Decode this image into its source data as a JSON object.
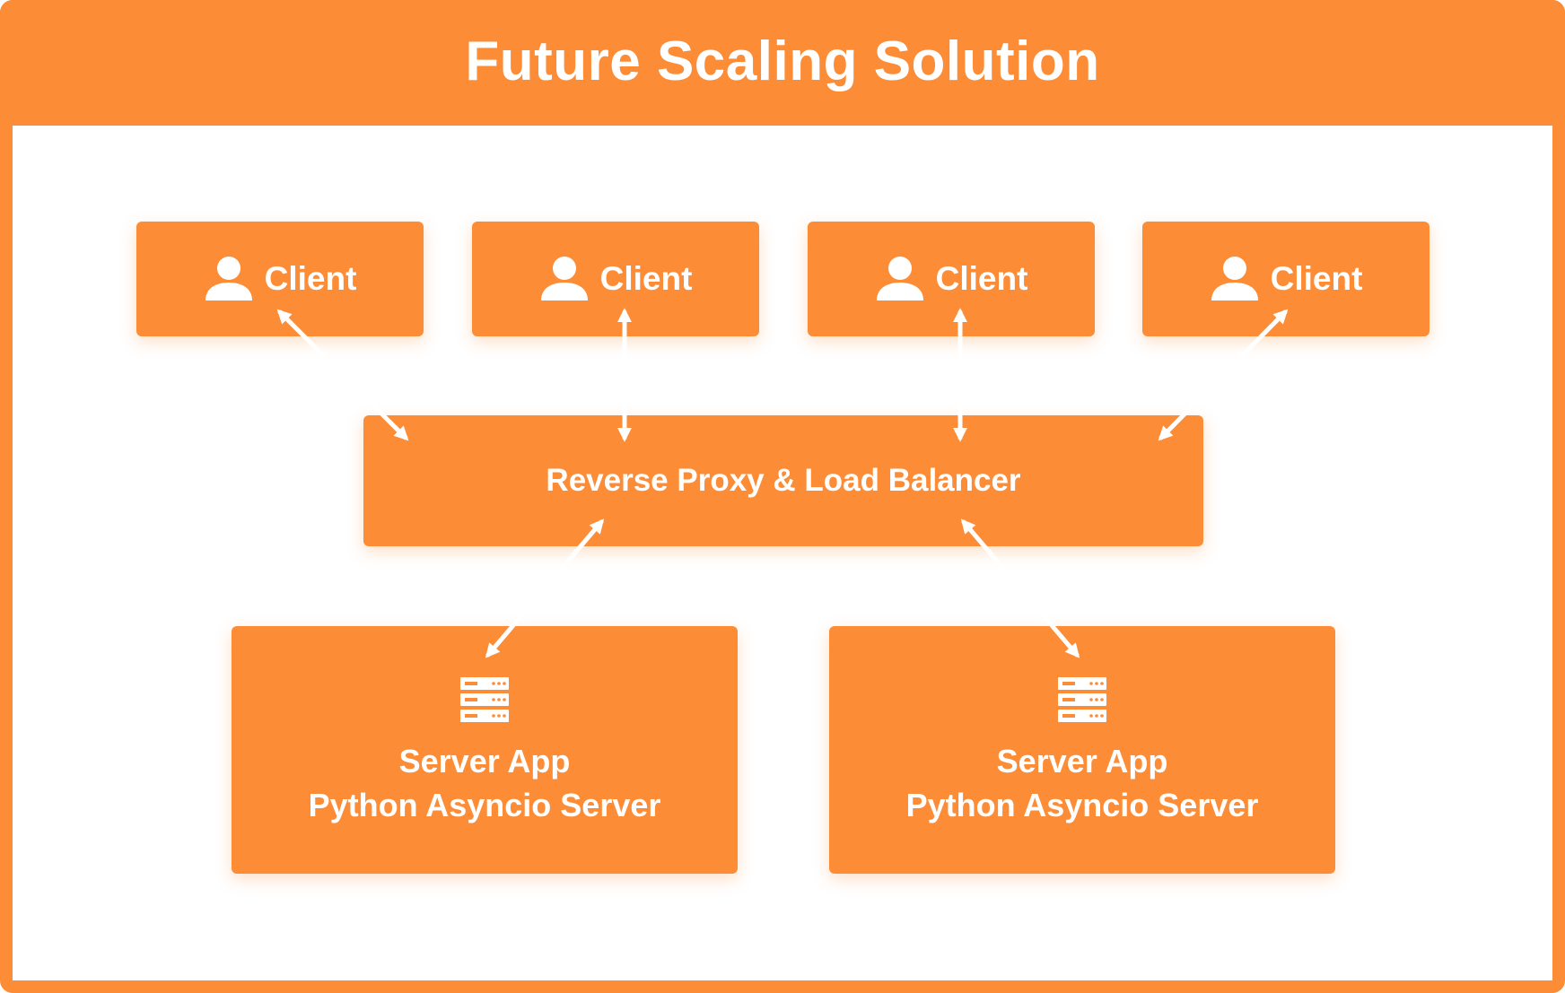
{
  "title": "Future Scaling Solution",
  "colors": {
    "accent": "#fd8c36",
    "text_on_accent": "#ffffff",
    "background": "#ffffff"
  },
  "clients": [
    {
      "label": "Client",
      "icon": "user-icon"
    },
    {
      "label": "Client",
      "icon": "user-icon"
    },
    {
      "label": "Client",
      "icon": "user-icon"
    },
    {
      "label": "Client",
      "icon": "user-icon"
    }
  ],
  "proxy": {
    "label": "Reverse Proxy & Load Balancer"
  },
  "servers": [
    {
      "name": "Server App",
      "description": "Python Asyncio Server",
      "icon": "server-rack-icon"
    },
    {
      "name": "Server App",
      "description": "Python Asyncio Server",
      "icon": "server-rack-icon"
    }
  ],
  "connections": [
    {
      "from": "clients.0",
      "to": "proxy",
      "direction": "bidirectional"
    },
    {
      "from": "clients.1",
      "to": "proxy",
      "direction": "bidirectional"
    },
    {
      "from": "clients.2",
      "to": "proxy",
      "direction": "bidirectional"
    },
    {
      "from": "clients.3",
      "to": "proxy",
      "direction": "bidirectional"
    },
    {
      "from": "proxy",
      "to": "servers.0",
      "direction": "bidirectional"
    },
    {
      "from": "proxy",
      "to": "servers.1",
      "direction": "bidirectional"
    }
  ]
}
